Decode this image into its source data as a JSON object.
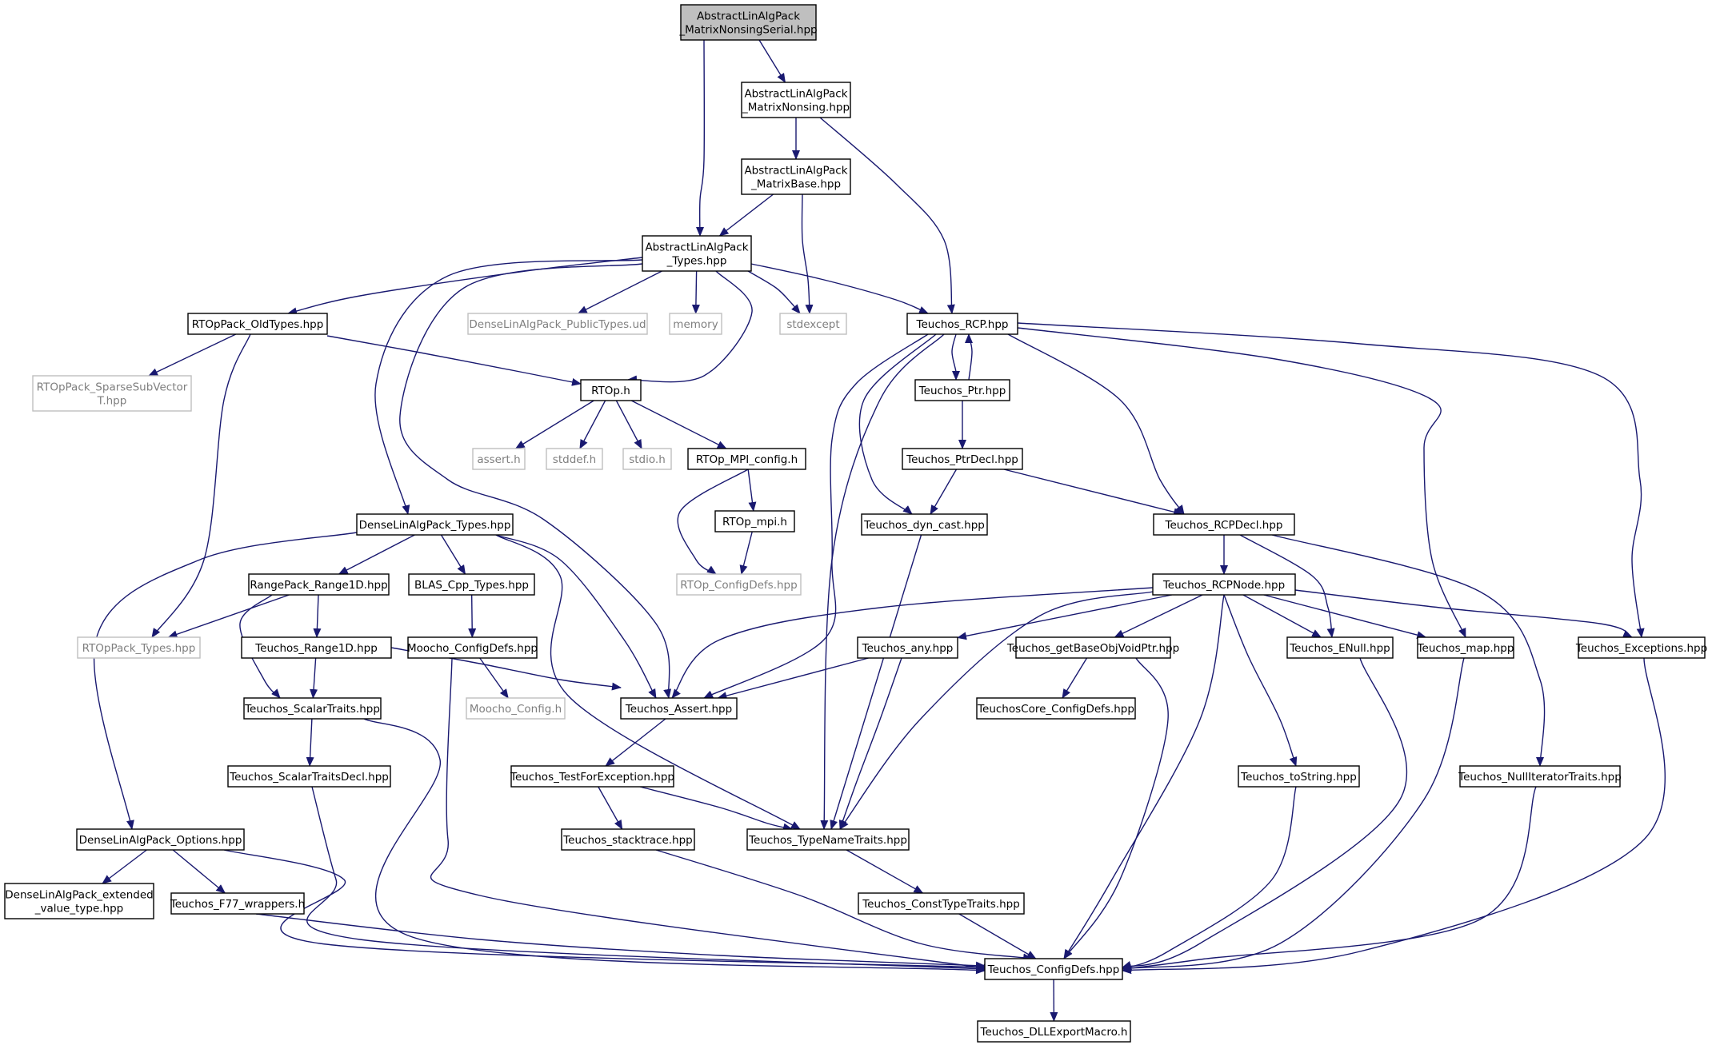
{
  "colors": {
    "edge": "#191970",
    "box_border": "#000000",
    "box_fill": "#ffffff",
    "root_fill": "#bfbfbf",
    "system_border": "#bfbfbf",
    "system_text": "#7f7f7f",
    "text": "#000000"
  },
  "nodes": [
    {
      "id": "n0",
      "lines": [
        "AbstractLinAlgPack",
        "_MatrixNonsingSerial.hpp"
      ],
      "kind": "root"
    },
    {
      "id": "n1",
      "lines": [
        "AbstractLinAlgPack",
        "_MatrixNonsing.hpp"
      ],
      "kind": "file"
    },
    {
      "id": "n2",
      "lines": [
        "AbstractLinAlgPack",
        "_MatrixBase.hpp"
      ],
      "kind": "file"
    },
    {
      "id": "n3",
      "lines": [
        "AbstractLinAlgPack",
        "_Types.hpp"
      ],
      "kind": "file"
    },
    {
      "id": "n4",
      "lines": [
        "RTOpPack_OldTypes.hpp"
      ],
      "kind": "file"
    },
    {
      "id": "n5",
      "lines": [
        "DenseLinAlgPack_PublicTypes.ud"
      ],
      "kind": "system"
    },
    {
      "id": "n6",
      "lines": [
        "memory"
      ],
      "kind": "system"
    },
    {
      "id": "n7",
      "lines": [
        "stdexcept"
      ],
      "kind": "system"
    },
    {
      "id": "n8",
      "lines": [
        "Teuchos_RCP.hpp"
      ],
      "kind": "file"
    },
    {
      "id": "n9",
      "lines": [
        "RTOpPack_SparseSubVector",
        "T.hpp"
      ],
      "kind": "system"
    },
    {
      "id": "n10",
      "lines": [
        "RTOp.h"
      ],
      "kind": "file"
    },
    {
      "id": "n11",
      "lines": [
        "Teuchos_Ptr.hpp"
      ],
      "kind": "file"
    },
    {
      "id": "n12",
      "lines": [
        "assert.h"
      ],
      "kind": "system"
    },
    {
      "id": "n13",
      "lines": [
        "stddef.h"
      ],
      "kind": "system"
    },
    {
      "id": "n14",
      "lines": [
        "stdio.h"
      ],
      "kind": "system"
    },
    {
      "id": "n15",
      "lines": [
        "RTOp_MPI_config.h"
      ],
      "kind": "file"
    },
    {
      "id": "n16",
      "lines": [
        "Teuchos_PtrDecl.hpp"
      ],
      "kind": "file"
    },
    {
      "id": "n17",
      "lines": [
        "DenseLinAlgPack_Types.hpp"
      ],
      "kind": "file"
    },
    {
      "id": "n18",
      "lines": [
        "RTOp_mpi.h"
      ],
      "kind": "file"
    },
    {
      "id": "n19",
      "lines": [
        "Teuchos_dyn_cast.hpp"
      ],
      "kind": "file"
    },
    {
      "id": "n20",
      "lines": [
        "Teuchos_RCPDecl.hpp"
      ],
      "kind": "file"
    },
    {
      "id": "n21",
      "lines": [
        "RangePack_Range1D.hpp"
      ],
      "kind": "file"
    },
    {
      "id": "n22",
      "lines": [
        "BLAS_Cpp_Types.hpp"
      ],
      "kind": "file"
    },
    {
      "id": "n23",
      "lines": [
        "RTOp_ConfigDefs.hpp"
      ],
      "kind": "system"
    },
    {
      "id": "n24",
      "lines": [
        "Teuchos_RCPNode.hpp"
      ],
      "kind": "file"
    },
    {
      "id": "n25",
      "lines": [
        "RTOpPack_Types.hpp"
      ],
      "kind": "system"
    },
    {
      "id": "n26",
      "lines": [
        "Teuchos_Range1D.hpp"
      ],
      "kind": "file"
    },
    {
      "id": "n27",
      "lines": [
        "Moocho_ConfigDefs.hpp"
      ],
      "kind": "file"
    },
    {
      "id": "n28",
      "lines": [
        "Teuchos_any.hpp"
      ],
      "kind": "file"
    },
    {
      "id": "n29",
      "lines": [
        "Teuchos_getBaseObjVoidPtr.hpp"
      ],
      "kind": "file"
    },
    {
      "id": "n30",
      "lines": [
        "Teuchos_ENull.hpp"
      ],
      "kind": "file"
    },
    {
      "id": "n31",
      "lines": [
        "Teuchos_map.hpp"
      ],
      "kind": "file"
    },
    {
      "id": "n32",
      "lines": [
        "Teuchos_Exceptions.hpp"
      ],
      "kind": "file"
    },
    {
      "id": "n33",
      "lines": [
        "Teuchos_ScalarTraits.hpp"
      ],
      "kind": "file"
    },
    {
      "id": "n34",
      "lines": [
        "Moocho_Config.h"
      ],
      "kind": "system"
    },
    {
      "id": "n35",
      "lines": [
        "Teuchos_Assert.hpp"
      ],
      "kind": "file"
    },
    {
      "id": "n36",
      "lines": [
        "TeuchosCore_ConfigDefs.hpp"
      ],
      "kind": "file"
    },
    {
      "id": "n37",
      "lines": [
        "Teuchos_ScalarTraitsDecl.hpp"
      ],
      "kind": "file"
    },
    {
      "id": "n38",
      "lines": [
        "Teuchos_TestForException.hpp"
      ],
      "kind": "file"
    },
    {
      "id": "n39",
      "lines": [
        "Teuchos_toString.hpp"
      ],
      "kind": "file"
    },
    {
      "id": "n40",
      "lines": [
        "Teuchos_NullIteratorTraits.hpp"
      ],
      "kind": "file"
    },
    {
      "id": "n41",
      "lines": [
        "DenseLinAlgPack_Options.hpp"
      ],
      "kind": "file"
    },
    {
      "id": "n42",
      "lines": [
        "Teuchos_stacktrace.hpp"
      ],
      "kind": "file"
    },
    {
      "id": "n43",
      "lines": [
        "Teuchos_TypeNameTraits.hpp"
      ],
      "kind": "file"
    },
    {
      "id": "n44",
      "lines": [
        "DenseLinAlgPack_extended",
        "_value_type.hpp"
      ],
      "kind": "file"
    },
    {
      "id": "n45",
      "lines": [
        "Teuchos_F77_wrappers.h"
      ],
      "kind": "file"
    },
    {
      "id": "n46",
      "lines": [
        "Teuchos_ConstTypeTraits.hpp"
      ],
      "kind": "file"
    },
    {
      "id": "n47",
      "lines": [
        "Teuchos_ConfigDefs.hpp"
      ],
      "kind": "file"
    },
    {
      "id": "n48",
      "lines": [
        "Teuchos_DLLExportMacro.h"
      ],
      "kind": "file"
    }
  ],
  "edges": [
    [
      "n0",
      "n1"
    ],
    [
      "n0",
      "n3"
    ],
    [
      "n1",
      "n2"
    ],
    [
      "n1",
      "n8"
    ],
    [
      "n2",
      "n3"
    ],
    [
      "n2",
      "n7"
    ],
    [
      "n3",
      "n4"
    ],
    [
      "n3",
      "n5"
    ],
    [
      "n3",
      "n6"
    ],
    [
      "n3",
      "n7"
    ],
    [
      "n3",
      "n8"
    ],
    [
      "n3",
      "n10"
    ],
    [
      "n3",
      "n17"
    ],
    [
      "n3",
      "n35"
    ],
    [
      "n4",
      "n9"
    ],
    [
      "n4",
      "n10"
    ],
    [
      "n4",
      "n25"
    ],
    [
      "n10",
      "n12"
    ],
    [
      "n10",
      "n13"
    ],
    [
      "n10",
      "n14"
    ],
    [
      "n10",
      "n15"
    ],
    [
      "n15",
      "n18"
    ],
    [
      "n15",
      "n23"
    ],
    [
      "n18",
      "n23"
    ],
    [
      "n8",
      "n11"
    ],
    [
      "n8",
      "n19"
    ],
    [
      "n8",
      "n20"
    ],
    [
      "n8",
      "n35"
    ],
    [
      "n8",
      "n43"
    ],
    [
      "n8",
      "n31"
    ],
    [
      "n8",
      "n32"
    ],
    [
      "n11",
      "n8"
    ],
    [
      "n11",
      "n16"
    ],
    [
      "n16",
      "n19"
    ],
    [
      "n16",
      "n20"
    ],
    [
      "n19",
      "n43"
    ],
    [
      "n20",
      "n24"
    ],
    [
      "n20",
      "n30"
    ],
    [
      "n20",
      "n40"
    ],
    [
      "n24",
      "n35"
    ],
    [
      "n24",
      "n28"
    ],
    [
      "n24",
      "n29"
    ],
    [
      "n24",
      "n30"
    ],
    [
      "n24",
      "n31"
    ],
    [
      "n24",
      "n32"
    ],
    [
      "n24",
      "n39"
    ],
    [
      "n24",
      "n43"
    ],
    [
      "n24",
      "n47"
    ],
    [
      "n17",
      "n21"
    ],
    [
      "n17",
      "n22"
    ],
    [
      "n17",
      "n35"
    ],
    [
      "n17",
      "n41"
    ],
    [
      "n17",
      "n43"
    ],
    [
      "n21",
      "n25"
    ],
    [
      "n21",
      "n26"
    ],
    [
      "n21",
      "n33"
    ],
    [
      "n26",
      "n33"
    ],
    [
      "n26",
      "n35"
    ],
    [
      "n22",
      "n27"
    ],
    [
      "n27",
      "n34"
    ],
    [
      "n27",
      "n47"
    ],
    [
      "n28",
      "n35"
    ],
    [
      "n28",
      "n43"
    ],
    [
      "n29",
      "n36"
    ],
    [
      "n29",
      "n47"
    ],
    [
      "n30",
      "n47"
    ],
    [
      "n31",
      "n47"
    ],
    [
      "n32",
      "n47"
    ],
    [
      "n33",
      "n37"
    ],
    [
      "n33",
      "n47"
    ],
    [
      "n37",
      "n47"
    ],
    [
      "n35",
      "n38"
    ],
    [
      "n38",
      "n42"
    ],
    [
      "n38",
      "n43"
    ],
    [
      "n39",
      "n47"
    ],
    [
      "n40",
      "n47"
    ],
    [
      "n41",
      "n44"
    ],
    [
      "n41",
      "n45"
    ],
    [
      "n41",
      "n47"
    ],
    [
      "n42",
      "n47"
    ],
    [
      "n43",
      "n46"
    ],
    [
      "n46",
      "n47"
    ],
    [
      "n45",
      "n47"
    ],
    [
      "n47",
      "n48"
    ]
  ]
}
